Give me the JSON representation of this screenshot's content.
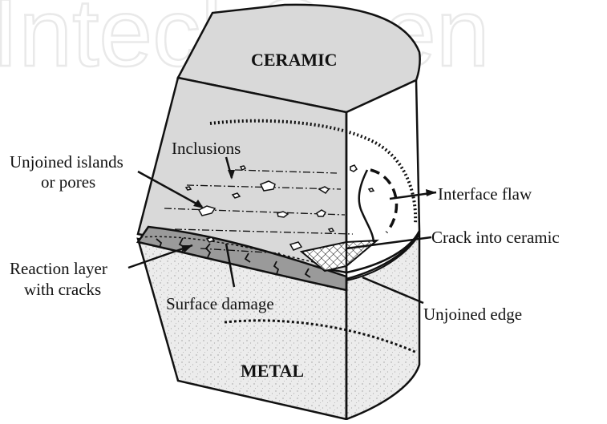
{
  "watermark": "IntechOpen",
  "materials": {
    "ceramic": "CERAMIC",
    "metal": "METAL"
  },
  "labels": {
    "inclusions": "Inclusions",
    "unjoined_islands_line1": "Unjoined islands",
    "unjoined_islands_line2": "or pores",
    "interface_flaw": "Interface flaw",
    "crack_into_ceramic": "Crack into ceramic",
    "reaction_layer_line1": "Reaction layer",
    "reaction_layer_line2": "with cracks",
    "surface_damage": "Surface damage",
    "unjoined_edge": "Unjoined edge"
  },
  "colors": {
    "ceramic_fill": "#d9d9d9",
    "metal_fill": "#ececec",
    "reaction_layer_fill": "#9a9a9a",
    "outline": "#111111"
  }
}
